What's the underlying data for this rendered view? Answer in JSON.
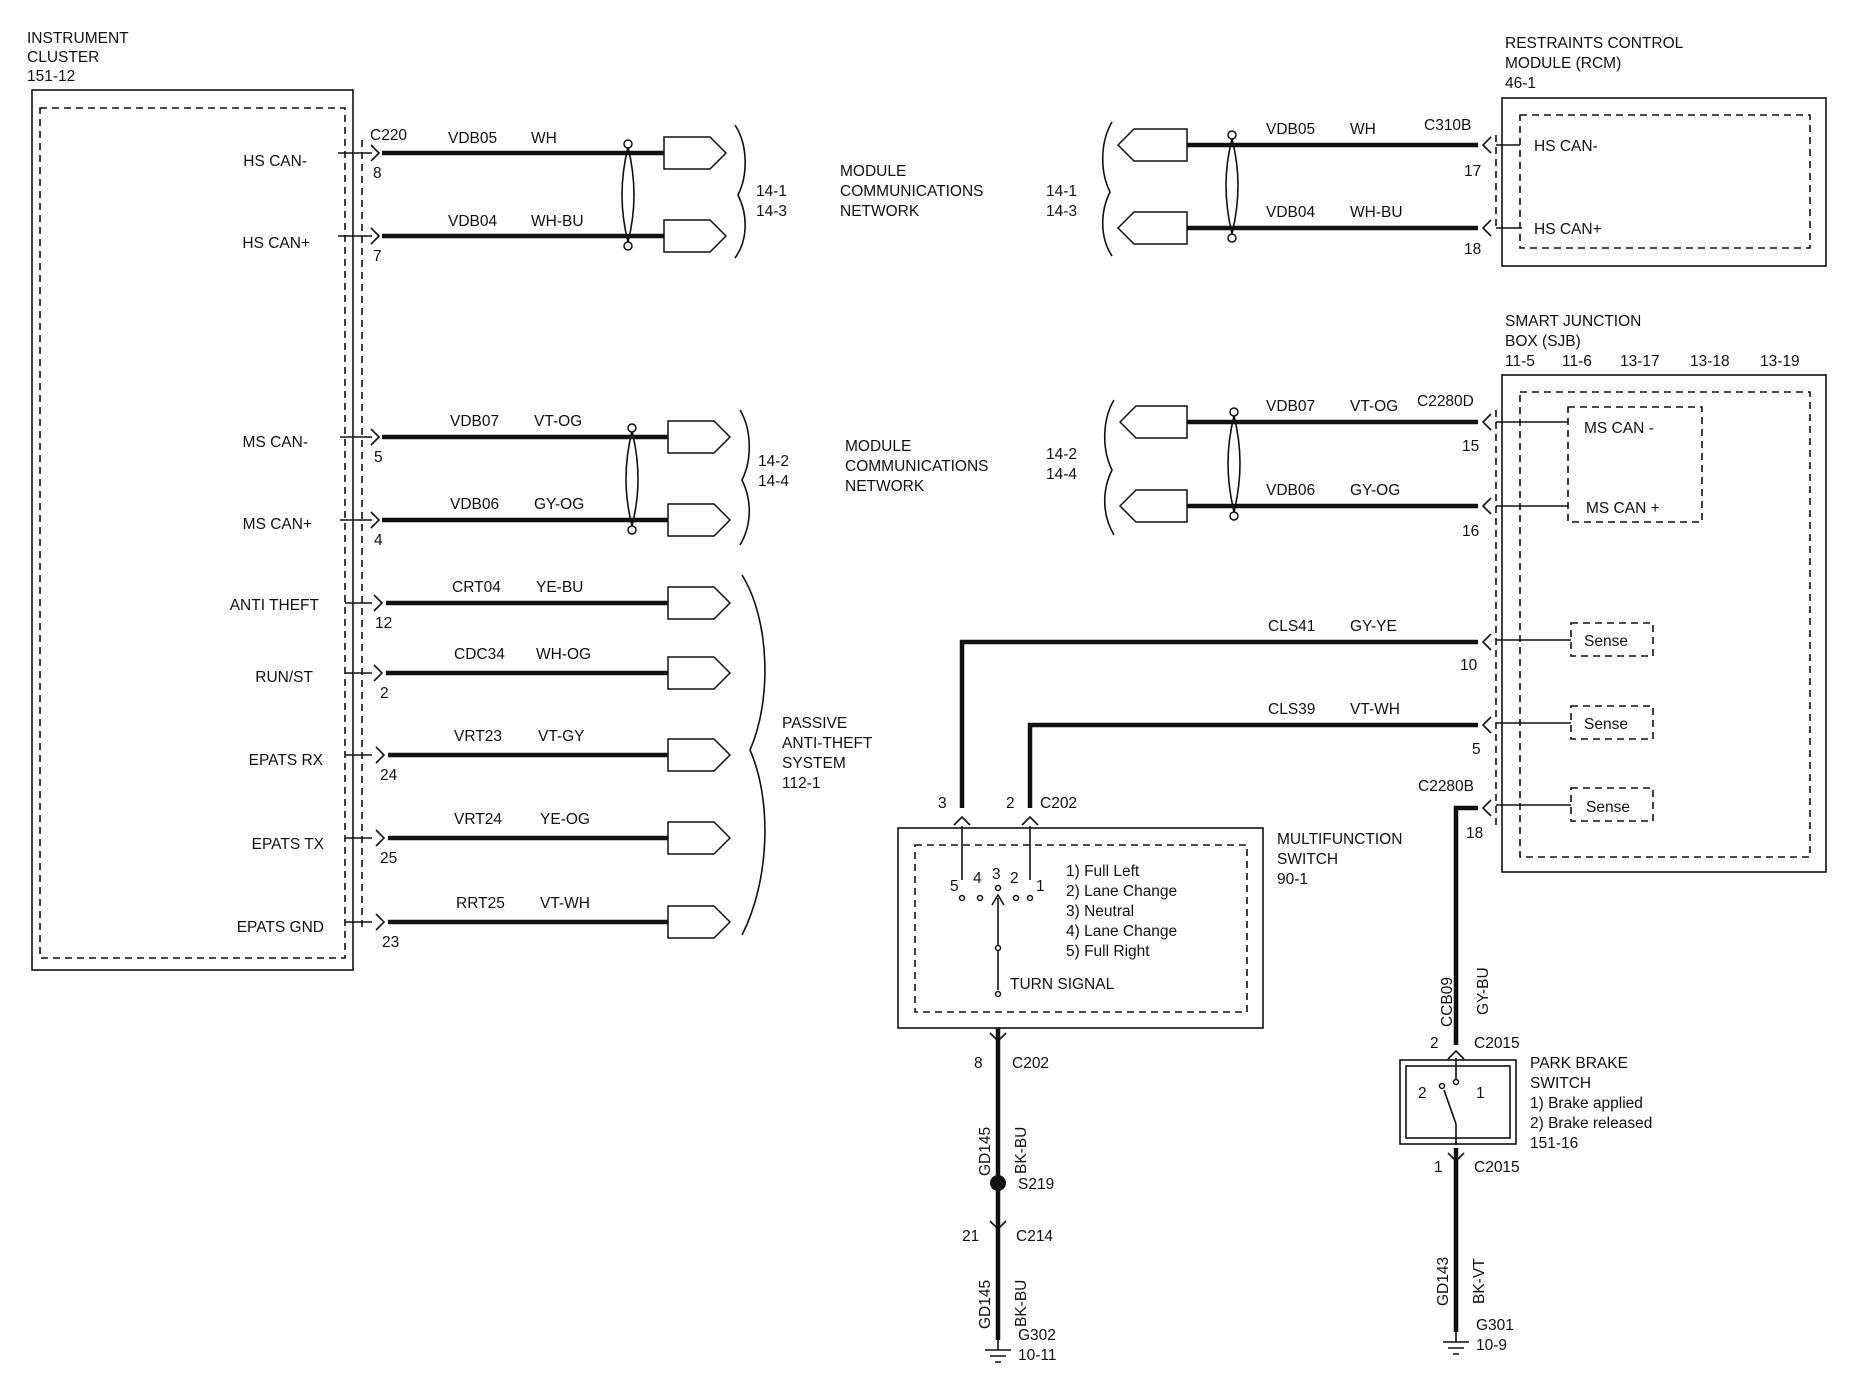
{
  "instrument_cluster": {
    "title_lines": [
      "INSTRUMENT",
      "CLUSTER",
      "151-12"
    ],
    "connector": "C220",
    "pins": [
      {
        "label": "HS CAN-",
        "pin": "8",
        "circuit": "VDB05",
        "color": "WH"
      },
      {
        "label": "HS CAN+",
        "pin": "7",
        "circuit": "VDB04",
        "color": "WH-BU"
      },
      {
        "label": "MS CAN-",
        "pin": "5",
        "circuit": "VDB07",
        "color": "VT-OG"
      },
      {
        "label": "MS CAN+",
        "pin": "4",
        "circuit": "VDB06",
        "color": "GY-OG"
      },
      {
        "label": "ANTI THEFT",
        "pin": "12",
        "circuit": "CRT04",
        "color": "YE-BU"
      },
      {
        "label": "RUN/ST",
        "pin": "2",
        "circuit": "CDC34",
        "color": "WH-OG"
      },
      {
        "label": "EPATS RX",
        "pin": "24",
        "circuit": "VRT23",
        "color": "VT-GY"
      },
      {
        "label": "EPATS TX",
        "pin": "25",
        "circuit": "VRT24",
        "color": "YE-OG"
      },
      {
        "label": "EPATS GND",
        "pin": "23",
        "circuit": "RRT25",
        "color": "VT-WH"
      }
    ]
  },
  "networks": {
    "hs_refs": [
      "14-1",
      "14-3"
    ],
    "ms_refs": [
      "14-2",
      "14-4"
    ],
    "module_comm_lines": [
      "MODULE",
      "COMMUNICATIONS",
      "NETWORK"
    ],
    "pats_lines": [
      "PASSIVE",
      "ANTI-THEFT",
      "SYSTEM",
      "112-1"
    ]
  },
  "rcm": {
    "title_lines": [
      "RESTRAINTS  CONTROL",
      "MODULE (RCM)",
      "46-1"
    ],
    "connector": "C310B",
    "pins": [
      {
        "label": "HS CAN-",
        "pin": "17",
        "circuit": "VDB05",
        "color": "WH"
      },
      {
        "label": "HS CAN+",
        "pin": "18",
        "circuit": "VDB04",
        "color": "WH-BU"
      }
    ]
  },
  "sjb": {
    "title_lines": [
      "SMART  JUNCTION",
      "BOX (SJB)"
    ],
    "refs": [
      "11-5",
      "11-6",
      "13-17",
      "13-18",
      "13-19"
    ],
    "connector": "C2280D",
    "connector_b": "C2280B",
    "pins": [
      {
        "label": "MS CAN -",
        "pin": "15",
        "circuit": "VDB07",
        "color": "VT-OG"
      },
      {
        "label": "MS CAN +",
        "pin": "16",
        "circuit": "VDB06",
        "color": "GY-OG"
      },
      {
        "label": "Sense",
        "pin": "10",
        "circuit": "CLS41",
        "color": "GY-YE"
      },
      {
        "label": "Sense",
        "pin": "5",
        "circuit": "CLS39",
        "color": "VT-WH"
      },
      {
        "label": "Sense",
        "pin": "18",
        "circuit": "CCB09",
        "color": "GY-BU"
      }
    ]
  },
  "multifunction_switch": {
    "title_lines": [
      "MULTIFUNCTION",
      "SWITCH",
      "90-1"
    ],
    "connector": "C202",
    "top_pins": [
      "3",
      "2"
    ],
    "contact_nums": [
      "5",
      "4",
      "3",
      "2",
      "1"
    ],
    "positions": [
      "1) Full Left",
      "2) Lane Change",
      "3) Neutral",
      "4) Lane Change",
      "5) Full Right"
    ],
    "function": "TURN SIGNAL",
    "bottom_pin": "8",
    "bottom_connector": "C202"
  },
  "ground_left": {
    "circuit": "GD145",
    "color": "BK-BU",
    "splice": "S219",
    "connector_pin": "21",
    "connector": "C214",
    "ground": "G302",
    "ground_ref": "10-11"
  },
  "park_brake": {
    "title_lines": [
      "PARK BRAKE",
      "SWITCH",
      "1) Brake applied",
      "2) Brake released",
      "151-16"
    ],
    "top_pin": "2",
    "top_connector": "C2015",
    "contacts": [
      "2",
      "1"
    ],
    "bottom_pin": "1",
    "bottom_connector": "C2015",
    "circuit": "GD143",
    "color": "BK-VT",
    "ground": "G301",
    "ground_ref": "10-9"
  }
}
